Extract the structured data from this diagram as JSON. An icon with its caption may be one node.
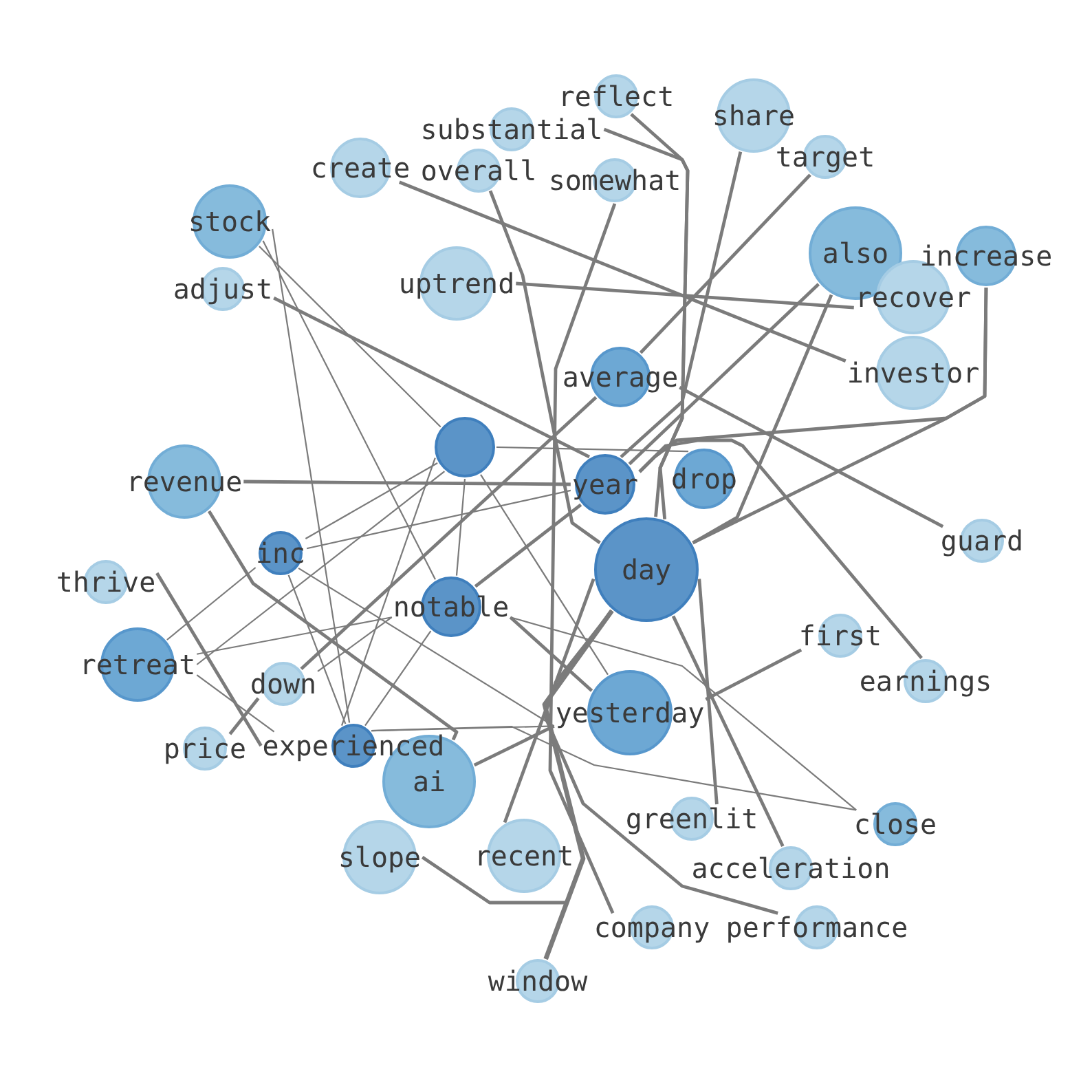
{
  "diagram": {
    "nodes": [
      {
        "text": [
          "reflect"
        ]
      },
      {
        "text": [
          "share"
        ]
      },
      {
        "text": [
          "substantial"
        ]
      },
      {
        "text": [
          "target"
        ]
      },
      {
        "text": [
          "create"
        ]
      },
      {
        "text": [
          "overall"
        ]
      },
      {
        "text": [
          "somewhat"
        ]
      },
      {
        "text": [
          "stock"
        ]
      },
      {
        "text": [
          "also"
        ]
      },
      {
        "text": [
          "increase"
        ]
      },
      {
        "text": [
          "uptrend"
        ]
      },
      {
        "text": [
          "adjust"
        ]
      },
      {
        "text": [
          "recover"
        ]
      },
      {
        "text": [
          "investor"
        ]
      },
      {
        "text": [
          "average"
        ]
      },
      {
        "text": [
          "revenue"
        ]
      },
      {
        "text": [],
        "shape": "circle"
      },
      {
        "text": [
          "year"
        ]
      },
      {
        "text": [
          "drop"
        ]
      },
      {
        "text": [
          "guard"
        ]
      },
      {
        "text": [
          "inc"
        ]
      },
      {
        "text": [
          "day"
        ]
      },
      {
        "text": [
          "thrive"
        ]
      },
      {
        "text": [
          "notable"
        ]
      },
      {
        "text": [
          "first"
        ]
      },
      {
        "text": [
          "retreat"
        ]
      },
      {
        "text": [
          "down"
        ]
      },
      {
        "text": [
          "earnings"
        ]
      },
      {
        "text": [
          "yesterday"
        ]
      },
      {
        "text": [
          "experienced"
        ]
      },
      {
        "text": [
          "price"
        ]
      },
      {
        "text": [
          "ai"
        ]
      },
      {
        "text": [
          "greenlit"
        ]
      },
      {
        "text": [
          "close"
        ]
      },
      {
        "text": [
          "slope"
        ]
      },
      {
        "text": [
          "recent"
        ]
      },
      {
        "text": [
          "acceleration"
        ]
      },
      {
        "text": [
          "company"
        ]
      },
      {
        "text": [
          "performance"
        ]
      },
      {
        "text": [
          "window"
        ]
      }
    ],
    "edges": [
      {
        "from": 7,
        "to": 16,
        "arrow": "none"
      },
      {
        "from": 7,
        "to": 29,
        "arrow": "none"
      },
      {
        "from": 7,
        "to": 23,
        "arrow": "none"
      },
      {
        "from": 11,
        "to": 17,
        "arrow": "none"
      },
      {
        "from": 5,
        "to": 21,
        "arrow": "none"
      },
      {
        "from": 4,
        "to": 13,
        "arrow": "none"
      },
      {
        "from": 10,
        "to": 12,
        "arrow": "none"
      },
      {
        "from": 2,
        "to": 21,
        "arrow": "none"
      },
      {
        "from": 0,
        "to": 21,
        "arrow": "none"
      },
      {
        "from": 6,
        "to": 37,
        "arrow": "none"
      },
      {
        "from": 1,
        "to": 17,
        "arrow": "none"
      },
      {
        "from": 3,
        "to": 14,
        "arrow": "none"
      },
      {
        "from": 8,
        "to": 21,
        "arrow": "none"
      },
      {
        "from": 8,
        "to": 17,
        "arrow": "none"
      },
      {
        "from": 9,
        "to": 21,
        "arrow": "none"
      },
      {
        "from": 9,
        "to": 17,
        "arrow": "none"
      },
      {
        "from": 14,
        "to": 19,
        "arrow": "none"
      },
      {
        "from": 14,
        "to": 26,
        "arrow": "none"
      },
      {
        "from": 30,
        "to": 26,
        "arrow": "none"
      },
      {
        "from": 16,
        "to": 18,
        "arrow": "none"
      },
      {
        "from": 16,
        "to": 28,
        "arrow": "none"
      },
      {
        "from": 16,
        "to": 29,
        "arrow": "none"
      },
      {
        "from": 16,
        "to": 23,
        "arrow": "none"
      },
      {
        "from": 16,
        "to": 20,
        "arrow": "none"
      },
      {
        "from": 16,
        "to": 25,
        "arrow": "none"
      },
      {
        "from": 15,
        "to": 17,
        "arrow": "none"
      },
      {
        "from": 15,
        "to": 31,
        "arrow": "none"
      },
      {
        "from": 20,
        "to": 17,
        "arrow": "none"
      },
      {
        "from": 20,
        "to": 28,
        "arrow": "none"
      },
      {
        "from": 20,
        "to": 29,
        "arrow": "none"
      },
      {
        "from": 20,
        "to": 25,
        "arrow": "none"
      },
      {
        "from": 25,
        "to": 23,
        "arrow": "none"
      },
      {
        "from": 25,
        "to": 29,
        "arrow": "none"
      },
      {
        "from": 22,
        "to": 29,
        "arrow": "none"
      },
      {
        "from": 29,
        "to": 33,
        "arrow": "none"
      },
      {
        "from": 23,
        "to": 29,
        "arrow": "none"
      },
      {
        "from": 23,
        "to": 28,
        "arrow": "none"
      },
      {
        "from": 23,
        "to": 17,
        "arrow": "none"
      },
      {
        "from": 23,
        "to": 26,
        "arrow": "none"
      },
      {
        "from": 23,
        "to": 33,
        "arrow": "none"
      },
      {
        "from": 17,
        "to": 27,
        "arrow": "none"
      },
      {
        "from": 28,
        "to": 24,
        "arrow": "none"
      },
      {
        "from": 28,
        "to": 31,
        "arrow": "none"
      },
      {
        "from": 28,
        "to": 29,
        "arrow": "none"
      },
      {
        "from": 32,
        "to": 21,
        "arrow": "none"
      },
      {
        "from": 35,
        "to": 21,
        "arrow": "none"
      },
      {
        "from": 34,
        "to": 21,
        "arrow": "none"
      },
      {
        "from": 39,
        "to": 21,
        "arrow": "none"
      },
      {
        "from": 36,
        "to": 21,
        "arrow": "none"
      },
      {
        "from": 38,
        "to": 21,
        "arrow": "none"
      }
    ]
  }
}
